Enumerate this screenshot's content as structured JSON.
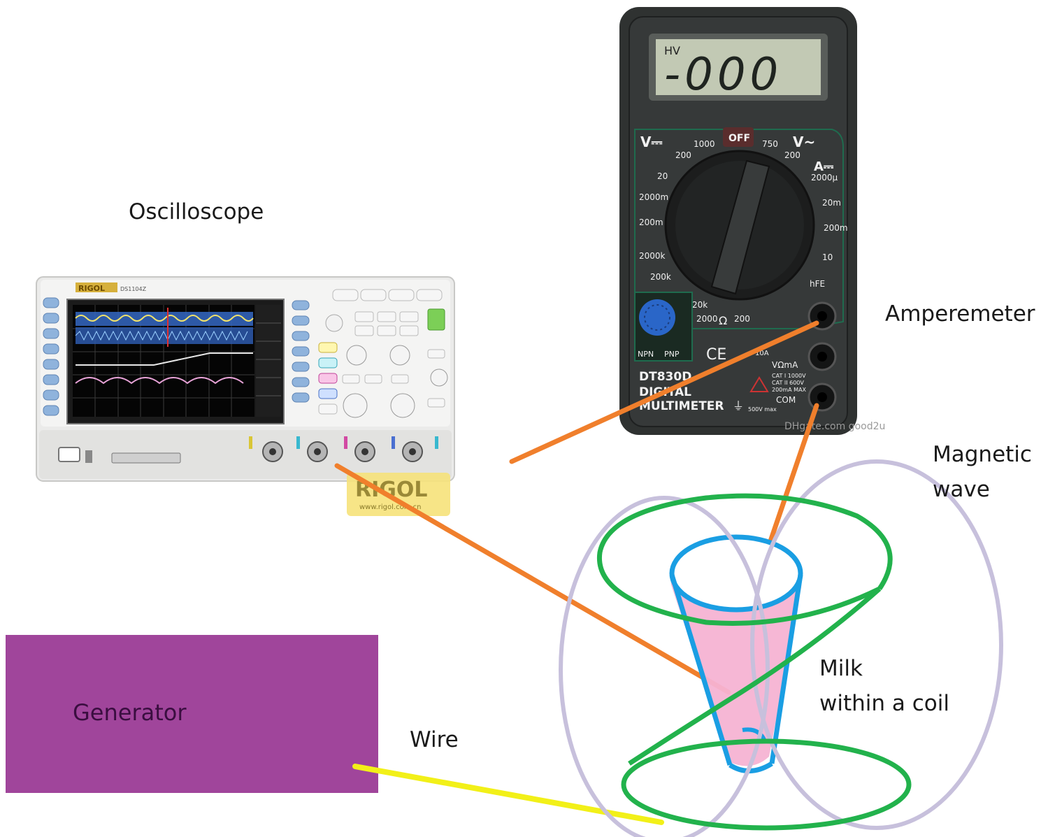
{
  "labels": {
    "oscilloscope": "Oscilloscope",
    "amperemeter": "Amperemeter",
    "magnetic_wave_line1": "Magnetic",
    "magnetic_wave_line2": "wave",
    "milk_line1": "Milk",
    "milk_line2": "within a coil",
    "generator": "Generator",
    "wire": "Wire"
  },
  "multimeter": {
    "display_indicator": "HV",
    "display_reading": "-000",
    "model": "DT830D",
    "name_line1": "DIGITAL",
    "name_line2": "MULTIMETER",
    "off_label": "OFF",
    "mode_vdc": "V⎓",
    "mode_vac": "V~",
    "mode_adc": "A⎓",
    "range_labels": [
      "1000",
      "200",
      "20",
      "2000m",
      "200m",
      "2000k",
      "200k",
      "20k",
      "2000",
      "Ω",
      "200",
      "750",
      "200",
      "2000μ",
      "20m",
      "200m",
      "10",
      "hFE"
    ],
    "socket_labels": [
      "10A",
      "VΩmA",
      "COM"
    ],
    "socket_note_1": "CAT I 1000V",
    "socket_note_2": "CAT II 600V",
    "socket_note_3": "200mA MAX",
    "socket_note_4": "500V max",
    "npn_label": "NPN",
    "pnp_label": "PNP",
    "ce_mark": "CE",
    "watermark": "DHgate.com good2u"
  },
  "oscilloscope_device": {
    "brand": "RIGOL",
    "model_badge": "DS1104Z",
    "sticker_brand": "RIGOL",
    "sticker_url": "www.rigol.com.cn"
  },
  "colors": {
    "generator_fill": "#a0459b",
    "probe_wire": "#f07f2c",
    "supply_wire": "#f2f018",
    "coil": "#22b24c",
    "magnetic_field": "#c7c0dc",
    "cup_outline": "#1a9ee3",
    "milk_fill": "#f6b3d3",
    "multimeter_body": "#2f3231",
    "lcd_bg": "#c2c9b4"
  }
}
